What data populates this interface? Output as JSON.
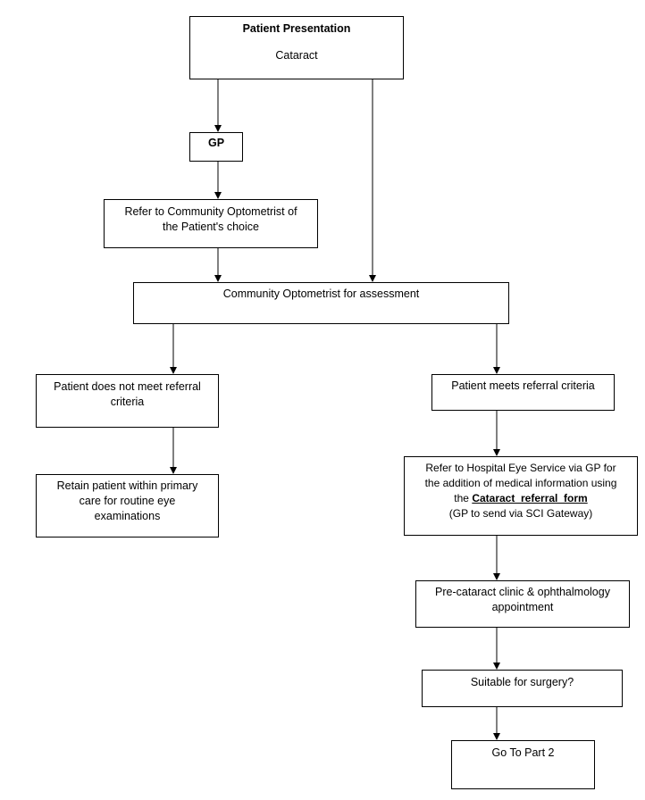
{
  "nodes": {
    "presentation": {
      "title": "Patient Presentation",
      "subtitle": "Cataract"
    },
    "gp": {
      "label": "GP"
    },
    "refer_optometrist": {
      "line1": "Refer to Community Optometrist of",
      "line2": "the Patient's choice"
    },
    "assessment": {
      "label": "Community Optometrist for assessment"
    },
    "not_meet": {
      "line1": "Patient does not meet referral",
      "line2": "criteria"
    },
    "meets": {
      "label": "Patient meets referral criteria"
    },
    "retain": {
      "line1": "Retain patient within primary",
      "line2": "care for routine eye",
      "line3": "examinations"
    },
    "refer_hospital": {
      "line1": "Refer to Hospital Eye Service via GP for",
      "line2": "the addition of medical information using",
      "line3_prefix": "the ",
      "link_text": "Cataract  referral  form",
      "line4": "(GP to send via SCI Gateway)"
    },
    "pre_cataract": {
      "line1": "Pre-cataract clinic & ophthalmology",
      "line2": "appointment"
    },
    "suitable": {
      "label": "Suitable for surgery?"
    },
    "part2": {
      "label": "Go To Part 2"
    }
  }
}
